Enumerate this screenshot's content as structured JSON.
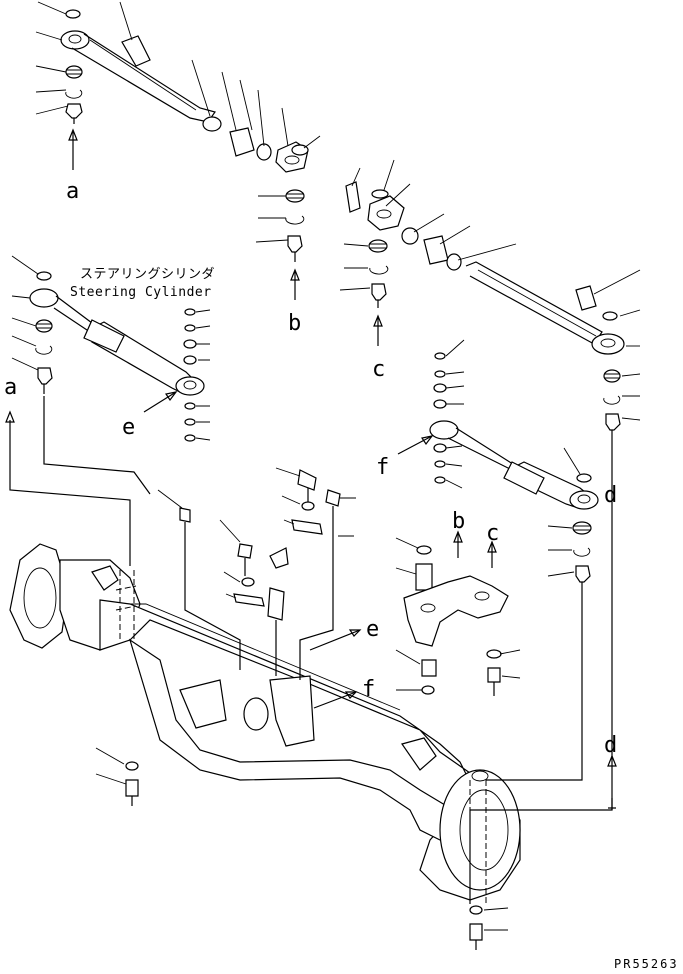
{
  "diagram": {
    "caption_jp": "ステアリングシリンダ",
    "caption_en": "Steering Cylinder",
    "drawing_code": "PR55263",
    "callouts": {
      "a": "a",
      "b": "b",
      "c": "c",
      "d": "d",
      "e": "e",
      "f": "f"
    }
  }
}
